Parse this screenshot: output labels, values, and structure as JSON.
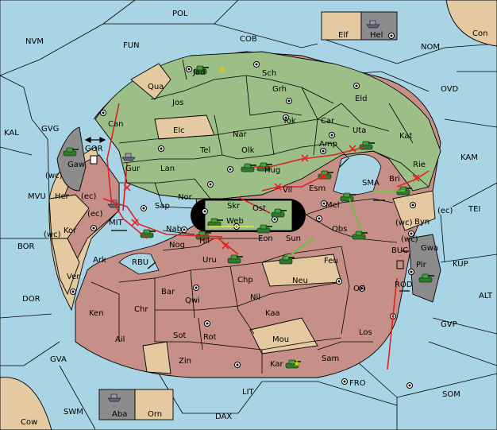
{
  "regions": {
    "POL": "POL",
    "CDB": "COB",
    "FUN": "FUN",
    "NVM": "NVM",
    "NOM": "NOM",
    "Con": "Con",
    "OVD": "OVD",
    "KAM": "KAM",
    "TEI": "TEI",
    "KUP": "KUP",
    "ALT": "ALT",
    "GVP": "GVP",
    "SOM": "SOM",
    "FRO": "FRO",
    "LIT": "LIT",
    "DAX": "DAX",
    "SWM": "SWM",
    "Cow": "Cow",
    "GVA": "GVA",
    "DOR": "DOR",
    "BOR": "BOR",
    "MVU": "MVU",
    "KAL": "KAL",
    "GVG": "GVG",
    "Elf": "Elf",
    "Hel": "Hel",
    "Aba": "Aba",
    "Orn": "Orn",
    "Jad": "Jad",
    "Sch": "Sch",
    "Qua": "Qua",
    "Jos": "Jos",
    "Grh": "Grh",
    "Eld": "Eld",
    "Can": "Can",
    "Elc": "Elc",
    "Nar": "Nar",
    "Yok": "Yok",
    "Car": "Car",
    "Uta": "Uta",
    "Kat": "Kat",
    "Tel": "Tel",
    "Olk": "Olk",
    "Amp": "Amp",
    "Rie": "Rie",
    "Gaw": "Gaw",
    "GOR": "GOR",
    "Gur": "Gur",
    "Lan": "Lan",
    "Hug": "Hug",
    "Bri": "Bri",
    "Esm": "Esm",
    "Vil": "Vil",
    "SMA": "SMA",
    "Her": "Her",
    "Nor": "Nor",
    "Skr": "Skr",
    "Sap": "Sap",
    "Ost": "Ost",
    "Mel": "Mel",
    "Byn": "Byn",
    "Web": "Web",
    "MIT": "MIT",
    "Kor": "Kor",
    "Nab": "Nab",
    "Eon": "Eon",
    "Obs": "Obs",
    "Sun": "Sun",
    "Gwa": "Gwa",
    "Nog": "Nog",
    "Hil": "Hil",
    "BUC": "BUC",
    "Ark": "Ark",
    "RBU": "RBU",
    "Uru": "Uru",
    "Feu": "Feu",
    "Pir": "Pir",
    "Ver": "Ver",
    "Chp": "Chp",
    "ROD": "ROD",
    "Bar": "Bar",
    "Neu": "Neu",
    "Orl": "Orl",
    "Qwi": "Qwi",
    "Nil": "Nil",
    "Ken": "Ken",
    "Chr": "Chr",
    "Kaa": "Kaa",
    "Ail": "Ail",
    "Sot": "Sot",
    "Rot": "Rot",
    "Mou": "Mou",
    "Los": "Los",
    "Zin": "Zin",
    "Kar": "Kar",
    "Sam": "Sam"
  },
  "coast_marks": {
    "wc1": "(wc)",
    "ec1": "(ec)",
    "ec2": "(ec)",
    "wc2": "(wc)",
    "wc3": "(wc)",
    "ec3": "(ec)",
    "wc4": "(wc)"
  },
  "colors": {
    "sea": "#a9d4e6",
    "power_a": "#9cbf88",
    "power_b": "#c69088",
    "neutral": "#e5c9a0",
    "attack": "#d22222",
    "support": "#50d030"
  },
  "icons": {
    "army": "tank-icon",
    "fleet": "ship-icon",
    "supply": "supply-center-icon",
    "capital": "star-icon"
  }
}
